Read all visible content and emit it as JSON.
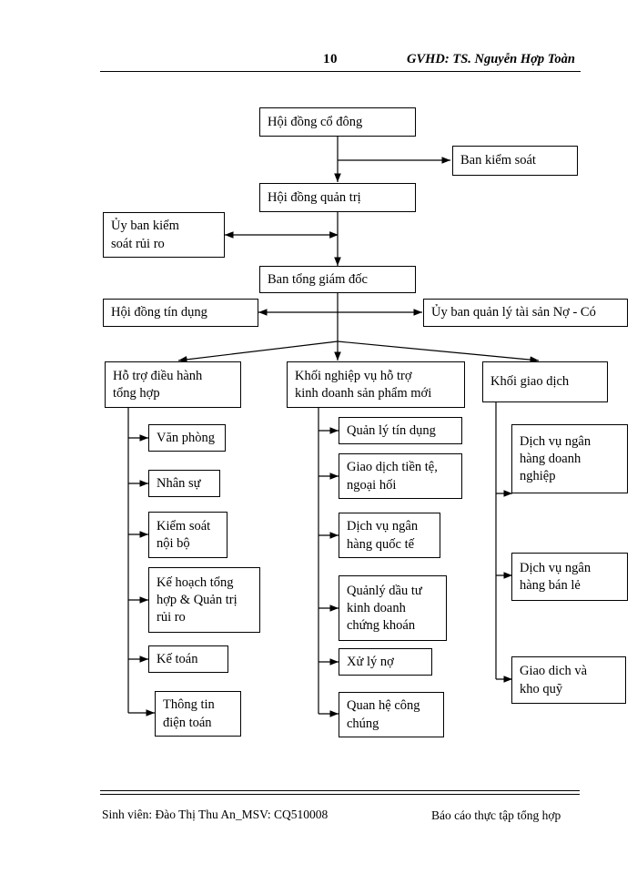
{
  "page": {
    "header": {
      "page_number": "10",
      "advisor": "GVHD: TS. Nguyễn Hợp Toàn"
    },
    "footer": {
      "student": "Sinh viên: Đào Thị Thu An_MSV: CQ510008",
      "report": "Báo cáo thực tập tổng hợp"
    }
  },
  "chart_data": {
    "type": "diagram",
    "diagram_kind": "organizational-chart",
    "title": "",
    "orientation": "top-down",
    "line_color": "#000000",
    "box_fill": "#ffffff",
    "box_border": "#000000",
    "nodes": {
      "shareholders_meeting": "Hội đồng cổ đông",
      "supervisory_board": "Ban kiểm soát",
      "board_of_directors": "Hội đồng quản trị",
      "risk_control_committee": "Ủy ban kiểm\nsoát rủi ro",
      "risk_control_committee_l1": "Ủy ban kiểm",
      "risk_control_committee_l2": "soát rủi ro",
      "executive_board": "Ban tổng giám  đốc",
      "credit_council": "Hội đồng tín dụng",
      "alco_committee": "Ủy ban quản lý tài sản Nợ - Có",
      "div_support_l1": "Hỗ trợ điều hành",
      "div_support_l2": "tổng hợp",
      "div_business_l1": "Khối nghiệp vụ hỗ trợ",
      "div_business_l2": "kinh doanh sản phẩm mới",
      "div_transaction": "Khối giao dịch"
    },
    "columns": [
      {
        "parent": "Hỗ trợ điều hành tổng hợp",
        "items": [
          {
            "lines": [
              "Văn phòng"
            ]
          },
          {
            "lines": [
              "Nhân sự"
            ]
          },
          {
            "lines": [
              "Kiểm soát",
              "nội bộ"
            ]
          },
          {
            "lines": [
              "Kế hoạch tổng",
              "hợp & Quản trị",
              "rủi ro"
            ]
          },
          {
            "lines": [
              "Kế toán"
            ]
          },
          {
            "lines": [
              "Thông tin",
              "điện toán"
            ]
          }
        ]
      },
      {
        "parent": "Khối nghiệp vụ hỗ trợ kinh doanh sản phẩm mới",
        "items": [
          {
            "lines": [
              "Quản lý tín dụng"
            ]
          },
          {
            "lines": [
              "Giao dịch tiền tệ,",
              "ngoại hối"
            ]
          },
          {
            "lines": [
              "Dịch vụ ngân",
              "hàng quốc tế"
            ]
          },
          {
            "lines": [
              "Quảnlý  dầu tư",
              "kinh  doanh",
              "chứng khoán"
            ]
          },
          {
            "lines": [
              "Xử lý nợ"
            ]
          },
          {
            "lines": [
              "Quan hệ công",
              "chúng"
            ]
          }
        ]
      },
      {
        "parent": "Khối giao dịch",
        "items": [
          {
            "lines": [
              "Dịch vụ ngân",
              "hàng doanh",
              "nghiệp"
            ]
          },
          {
            "lines": [
              "Dịch vụ ngân",
              "hàng bán lẻ"
            ]
          },
          {
            "lines": [
              "Giao dich và",
              "kho quỹ"
            ]
          }
        ]
      }
    ]
  }
}
